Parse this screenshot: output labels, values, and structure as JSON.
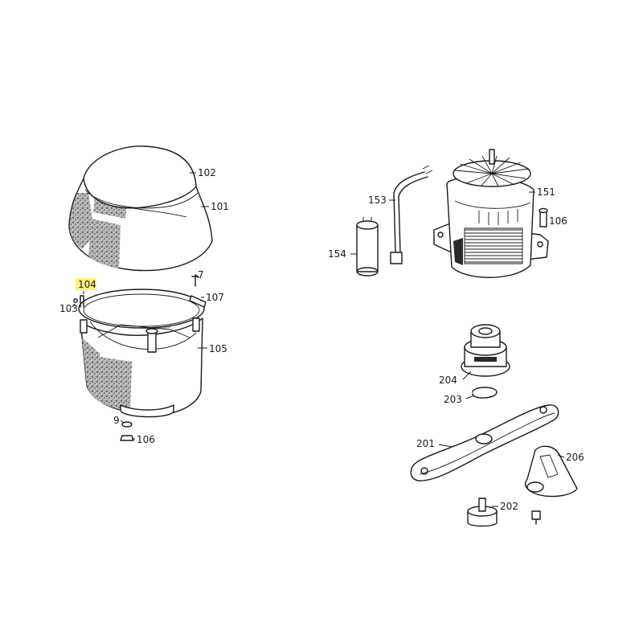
{
  "highlight_color": "#fff176",
  "callouts": [
    {
      "id": "102",
      "text": "102"
    },
    {
      "id": "101",
      "text": "101"
    },
    {
      "id": "104",
      "text": "104",
      "highlighted": true
    },
    {
      "id": "103",
      "text": "103"
    },
    {
      "id": "7",
      "text": "7"
    },
    {
      "id": "107",
      "text": "107"
    },
    {
      "id": "105",
      "text": "105"
    },
    {
      "id": "9",
      "text": "9"
    },
    {
      "id": "106a",
      "text": "106"
    },
    {
      "id": "153",
      "text": "153"
    },
    {
      "id": "151",
      "text": "151"
    },
    {
      "id": "106b",
      "text": "106"
    },
    {
      "id": "154",
      "text": "154"
    },
    {
      "id": "204",
      "text": "204"
    },
    {
      "id": "203",
      "text": "203"
    },
    {
      "id": "201",
      "text": "201"
    },
    {
      "id": "206",
      "text": "206"
    },
    {
      "id": "202",
      "text": "202"
    }
  ]
}
